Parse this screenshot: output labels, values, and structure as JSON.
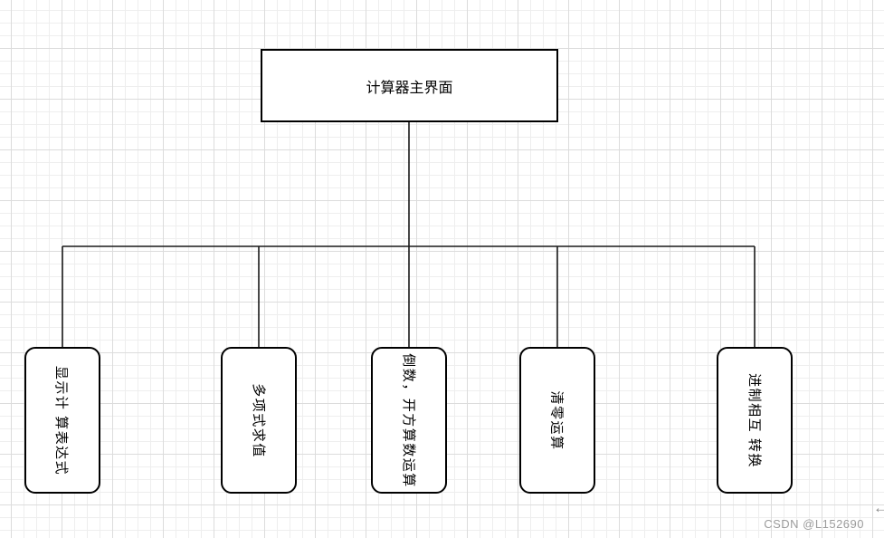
{
  "diagram": {
    "root": {
      "label": "计算器主界面"
    },
    "children": [
      {
        "label": "显示计 算表达式"
      },
      {
        "label": "多项式求值"
      },
      {
        "label": "倒数，开方算数运算"
      },
      {
        "label": "清零运算"
      },
      {
        "label": "进制相互 转换"
      }
    ]
  },
  "watermark": {
    "text": "CSDN @L152690",
    "arrow": "←"
  },
  "colors": {
    "node_border": "#000000",
    "connector": "#1a1a1a",
    "grid_minor": "#eeeeee",
    "grid_major": "#dcdcdc",
    "watermark": "#9c9c9c",
    "background": "#ffffff"
  }
}
